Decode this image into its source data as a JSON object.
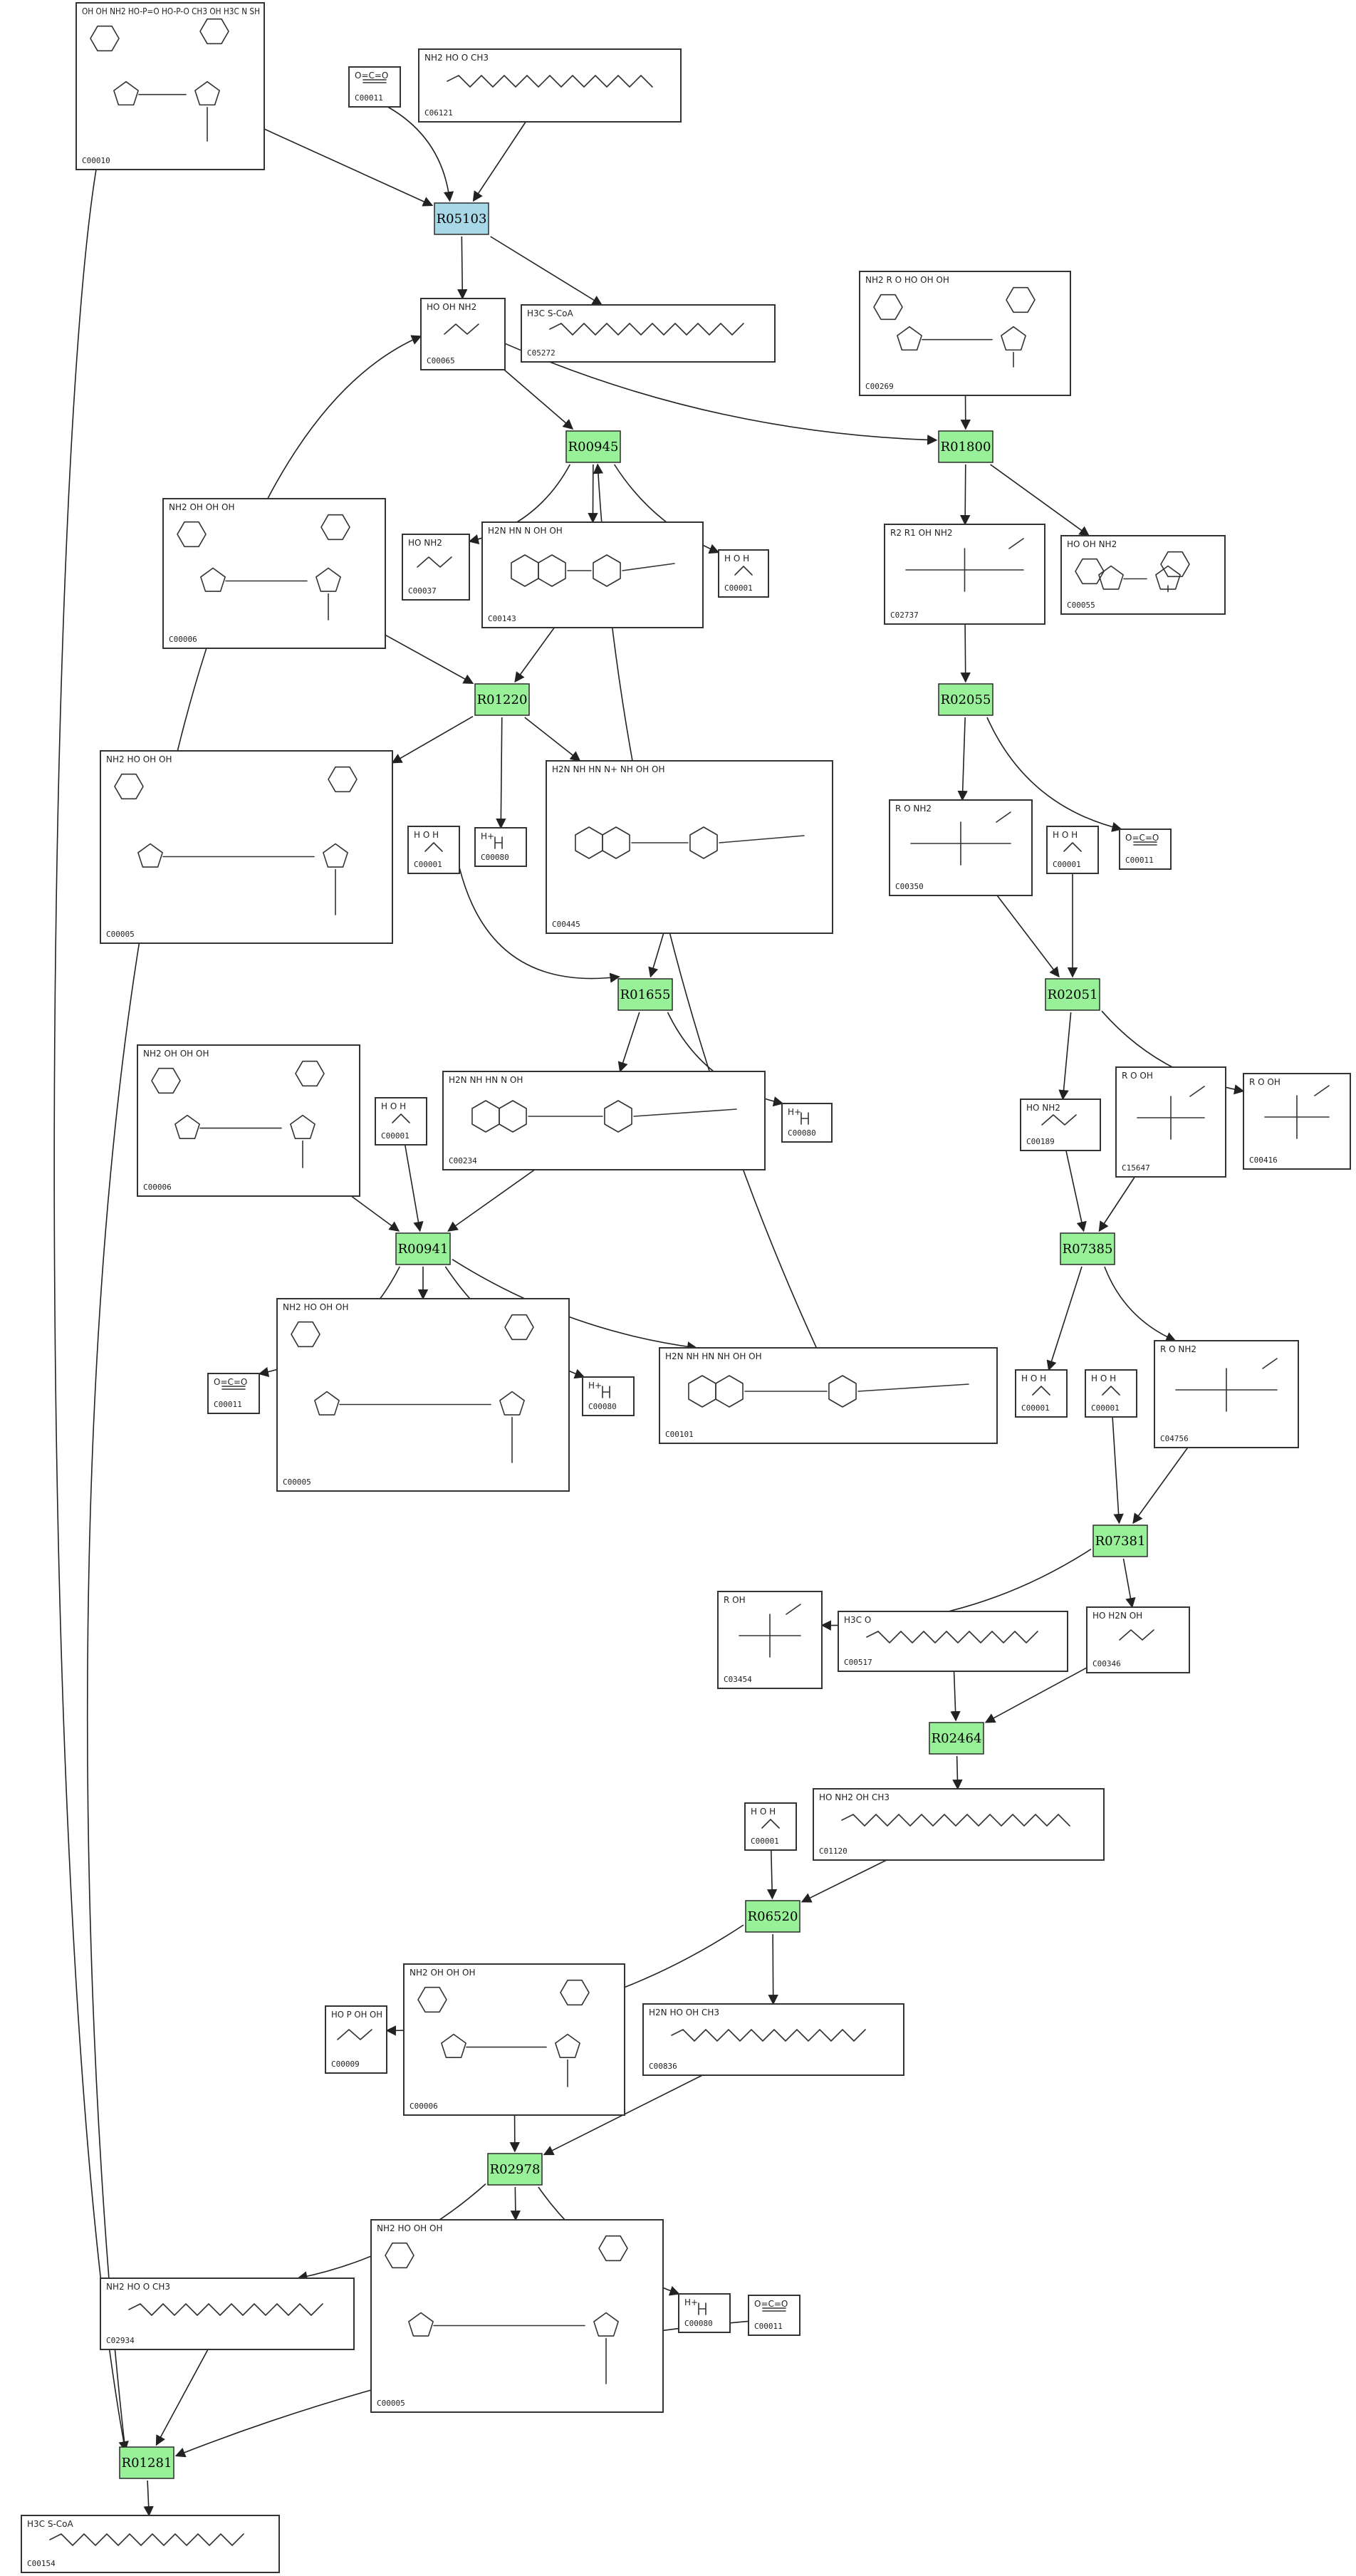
{
  "colors": {
    "reaction_green": "#98f098",
    "reaction_blue": "#a8d8e8",
    "edge": "#222222",
    "box_border": "#333333"
  },
  "reactions": [
    {
      "id": "R05103",
      "color": "blue"
    },
    {
      "id": "R00945",
      "color": "green"
    },
    {
      "id": "R01800",
      "color": "green"
    },
    {
      "id": "R01220",
      "color": "green"
    },
    {
      "id": "R02055",
      "color": "green"
    },
    {
      "id": "R01655",
      "color": "green"
    },
    {
      "id": "R02051",
      "color": "green"
    },
    {
      "id": "R00941",
      "color": "green"
    },
    {
      "id": "R07385",
      "color": "green"
    },
    {
      "id": "R07381",
      "color": "green"
    },
    {
      "id": "R02464",
      "color": "green"
    },
    {
      "id": "R06520",
      "color": "green"
    },
    {
      "id": "R02978",
      "color": "green"
    },
    {
      "id": "R01281",
      "color": "green"
    }
  ],
  "compounds": [
    {
      "key": "c00010",
      "id": "C00010",
      "label": "OH OH NH2 HO-P=O HO-P-O CH3 OH H3C N SH"
    },
    {
      "key": "c00011_a",
      "id": "C00011",
      "label": "O=C=O"
    },
    {
      "key": "c06121",
      "id": "C06121",
      "label": "NH2 HO O CH3"
    },
    {
      "key": "c00065",
      "id": "C00065",
      "label": "HO OH NH2"
    },
    {
      "key": "c05272",
      "id": "C05272",
      "label": "H3C S-CoA"
    },
    {
      "key": "c00269",
      "id": "C00269",
      "label": "NH2 R O HO OH OH"
    },
    {
      "key": "c00006_a",
      "id": "C00006",
      "label": "NH2 OH OH OH"
    },
    {
      "key": "c00037",
      "id": "C00037",
      "label": "HO NH2"
    },
    {
      "key": "c00143",
      "id": "C00143",
      "label": "H2N HN N OH OH"
    },
    {
      "key": "c00001_a",
      "id": "C00001",
      "label": "H O H"
    },
    {
      "key": "c02737",
      "id": "C02737",
      "label": "R2 R1 OH NH2"
    },
    {
      "key": "c00055",
      "id": "C00055",
      "label": "HO OH NH2"
    },
    {
      "key": "c00005_a",
      "id": "C00005",
      "label": "NH2 HO OH OH"
    },
    {
      "key": "c00001_b",
      "id": "C00001",
      "label": "H O H"
    },
    {
      "key": "c00080_a",
      "id": "C00080",
      "label": "H+"
    },
    {
      "key": "c00445",
      "id": "C00445",
      "label": "H2N NH HN N+ NH OH OH"
    },
    {
      "key": "c00350",
      "id": "C00350",
      "label": "R O NH2"
    },
    {
      "key": "c00001_c",
      "id": "C00001",
      "label": "H O H"
    },
    {
      "key": "c00011_b",
      "id": "C00011",
      "label": "O=C=O"
    },
    {
      "key": "c00006_b",
      "id": "C00006",
      "label": "NH2 OH OH OH"
    },
    {
      "key": "c00001_d",
      "id": "C00001",
      "label": "H O H"
    },
    {
      "key": "c00234",
      "id": "C00234",
      "label": "H2N NH HN N OH"
    },
    {
      "key": "c00080_b",
      "id": "C00080",
      "label": "H+"
    },
    {
      "key": "c00189",
      "id": "C00189",
      "label": "HO NH2"
    },
    {
      "key": "c15647",
      "id": "C15647",
      "label": "R O OH"
    },
    {
      "key": "c00416",
      "id": "C00416",
      "label": "R O OH"
    },
    {
      "key": "c00011_c",
      "id": "C00011",
      "label": "O=C=O"
    },
    {
      "key": "c00005_b",
      "id": "C00005",
      "label": "NH2 HO OH OH"
    },
    {
      "key": "c00080_c",
      "id": "C00080",
      "label": "H+"
    },
    {
      "key": "c00101",
      "id": "C00101",
      "label": "H2N NH HN NH OH OH"
    },
    {
      "key": "c00001_e",
      "id": "C00001",
      "label": "H O H"
    },
    {
      "key": "c00001_f",
      "id": "C00001",
      "label": "H O H"
    },
    {
      "key": "c04756",
      "id": "C04756",
      "label": "R O NH2"
    },
    {
      "key": "c03454",
      "id": "C03454",
      "label": "R OH"
    },
    {
      "key": "c00517",
      "id": "C00517",
      "label": "H3C O"
    },
    {
      "key": "c00346",
      "id": "C00346",
      "label": "HO H2N OH"
    },
    {
      "key": "c00001_g",
      "id": "C00001",
      "label": "H O H"
    },
    {
      "key": "c01120",
      "id": "C01120",
      "label": "HO NH2 OH CH3"
    },
    {
      "key": "c00009",
      "id": "C00009",
      "label": "HO P OH OH"
    },
    {
      "key": "c00006_c",
      "id": "C00006",
      "label": "NH2 OH OH OH"
    },
    {
      "key": "c00836",
      "id": "C00836",
      "label": "H2N HO OH CH3"
    },
    {
      "key": "c02934",
      "id": "C02934",
      "label": "NH2 HO O CH3"
    },
    {
      "key": "c00005_c",
      "id": "C00005",
      "label": "NH2 HO OH OH"
    },
    {
      "key": "c00080_d",
      "id": "C00080",
      "label": "H+"
    },
    {
      "key": "c00011_d",
      "id": "C00011",
      "label": "O=C=O"
    },
    {
      "key": "c00154",
      "id": "C00154",
      "label": "H3C S-CoA"
    }
  ]
}
